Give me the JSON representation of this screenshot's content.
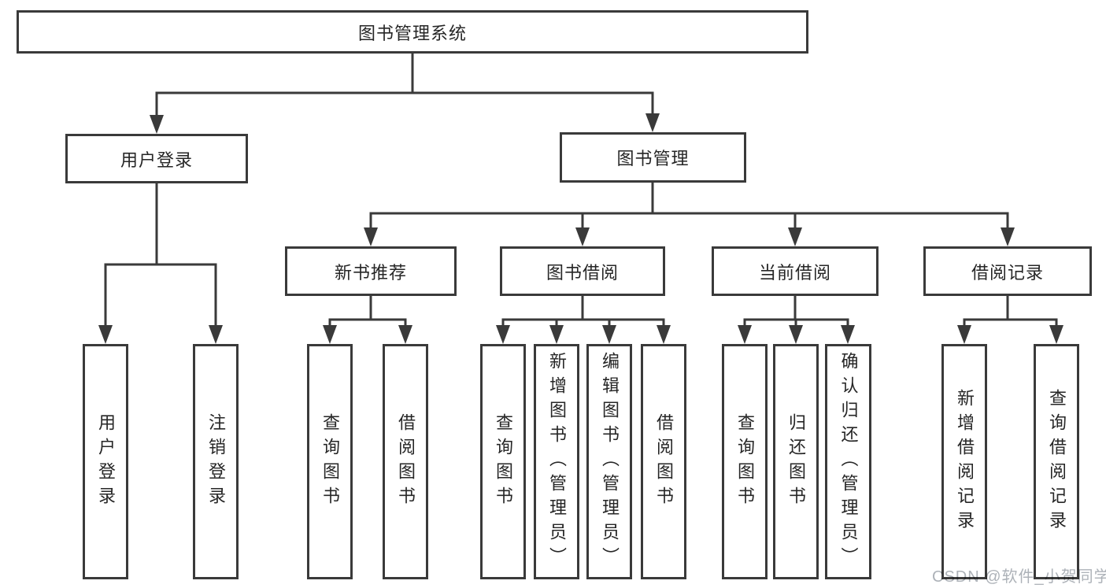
{
  "diagram": {
    "root": {
      "label": "图书管理系统"
    },
    "level2": [
      {
        "label": "用户登录"
      },
      {
        "label": "图书管理"
      }
    ],
    "level3": [
      {
        "label": "新书推荐"
      },
      {
        "label": "图书借阅"
      },
      {
        "label": "当前借阅"
      },
      {
        "label": "借阅记录"
      }
    ],
    "leaves": {
      "user_login": [
        {
          "label": "用户登录"
        },
        {
          "label": "注销登录"
        }
      ],
      "new_book_recommend": [
        {
          "label": "查询图书"
        },
        {
          "label": "借阅图书"
        }
      ],
      "book_borrow": [
        {
          "label": "查询图书"
        },
        {
          "label": "新增图书（管理员）"
        },
        {
          "label": "编辑图书（管理员）"
        },
        {
          "label": "借阅图书"
        }
      ],
      "current_borrow": [
        {
          "label": "查询图书"
        },
        {
          "label": "归还图书"
        },
        {
          "label": "确认归还（管理员）"
        }
      ],
      "borrow_records": [
        {
          "label": "新增借阅记录"
        },
        {
          "label": "查询借阅记录"
        }
      ]
    },
    "watermark": "CSDN @软件_小贺同学",
    "colors": {
      "line": "#3a3a3a",
      "text": "#262626",
      "watermark": "#adb2b8",
      "background": "#ffffff"
    }
  }
}
